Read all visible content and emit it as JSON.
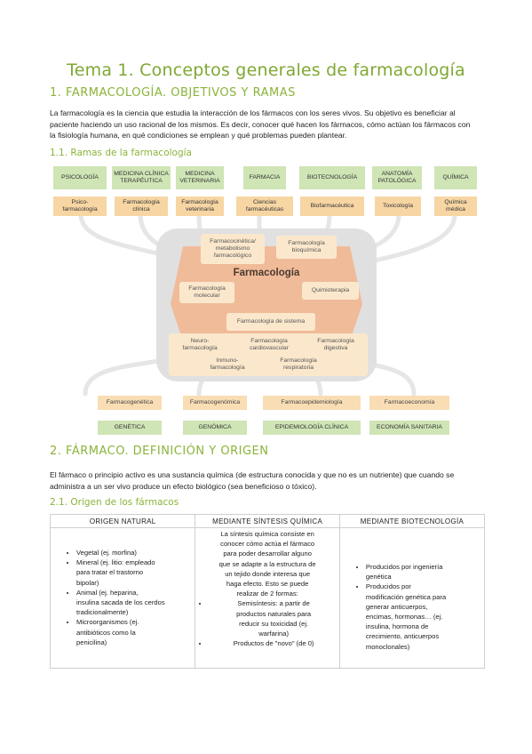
{
  "title": "Tema 1. Conceptos generales de farmacología",
  "section1": {
    "heading": "1.   FARMACOLOGÍA. OBJETIVOS Y RAMAS",
    "paragraph_lines": [
      "La farmacología es la ciencia que estudia la interacción de los fármacos con los seres vivos. Su objetivo es beneficiar al",
      "paciente haciendo un uso racional de los mismos. Es decir, conocer qué hacen los fármacos, cómo actúan los fármacos con",
      "la fisiología humana, en qué condiciones se emplean y qué problemas pueden plantear."
    ],
    "subheading": "1.1. Ramas de la farmacología"
  },
  "diagram": {
    "top_sciences": [
      "PSICOLOGÍA",
      "MEDICINA CLÍNICA\nTERAPÉUTICA",
      "MEDICINA\nVETERINARIA",
      "FARMACIA",
      "BIOTECNOLOGÍA",
      "ANATOMÍA\nPATOLÓGICA",
      "QUÍMICA"
    ],
    "top_branches": [
      "Psico-\nfarmacología",
      "Farmacología\nclínica",
      "Farmacología\nveterinaria",
      "Ciencias\nfarmacéuticas",
      "Biofarmacéutica",
      "Toxicología",
      "Química\nmédica"
    ],
    "center_title": "Farmacología",
    "inner_top_left": "Farmacocinética/\nmetabolismo\nfarmacológico",
    "inner_top_right": "Farmacología\nbioquímica",
    "inner_mid_left": "Farmacología\nmolecular",
    "inner_mid_right": "Quimioterapia",
    "systems_title": "Farmacología de sistema",
    "systems": [
      "Neuro-\nfarmacología",
      "Farmacología\ncardiovascular",
      "Farmacología\ndigestiva",
      "Inmuno-\nfarmacología",
      "Farmacología\nrespiratoria"
    ],
    "bottom_branches": [
      "Farmacogenética",
      "Farmacogenómica",
      "Farmacoepidemiología",
      "Farmacoeconomía"
    ],
    "bottom_sciences": [
      "GENÉTICA",
      "GENÓMICA",
      "EPIDEMIOLOGÍA CLÍNICA",
      "ECONOMÍA SANITARIA"
    ]
  },
  "section2": {
    "heading": "2.   FÁRMACO. DEFINICIÓN Y ORIGEN",
    "paragraph_lines": [
      "El fármaco o principio activo es una sustancia química (de estructura conocida y que no es un nutriente) que cuando se",
      "administra a un ser vivo produce un efecto biológico (sea beneficioso o tóxico)."
    ],
    "subheading": "2.1. Origen de los fármacos"
  },
  "table": {
    "headers": [
      "ORIGEN NATURAL",
      "MEDIANTE SÍNTESIS QUÍMICA",
      "MEDIANTE BIOTECNOLOGÍA"
    ],
    "col1_items": [
      [
        "Vegetal (ej. morfina)"
      ],
      [
        "Mineral (ej. litio: empleado",
        "para tratar el trastorno",
        "bipolar)"
      ],
      [
        "Animal (ej. heparina,",
        "insulina sacada de los cerdos",
        "tradicionalmente)"
      ],
      [
        "Microorganismos (ej.",
        "antibióticos como la",
        "penicilina)"
      ]
    ],
    "col2_intro": [
      "La síntesis química consiste en",
      "conocer cómo actúa el fármaco",
      "para poder desarrollar alguno",
      "que se adapte a la estructura de",
      "un tejido donde interesa que",
      "haga efecto. Esto se puede",
      "realizar de 2 formas:"
    ],
    "col2_items": [
      [
        "Semisíntesis: a partir de",
        "productos naturales para",
        "reducir su toxicidad (ej.",
        "warfarina)"
      ],
      [
        "Productos de \"novo\" (de 0)"
      ]
    ],
    "col3_items": [
      [
        "Producidos por ingeniería",
        "genética"
      ],
      [
        "Producidos por",
        "modificación genética para",
        "generar anticuerpos,",
        "encimas, hormonas… (ej.",
        "insulina, hormona de",
        "crecimiento, anticuerpos",
        "monoclonales)"
      ]
    ]
  },
  "colors": {
    "accent_green": "#8ab43a",
    "box_green": "#cfe5b6",
    "box_orange": "#f7d6a4",
    "center_gray": "#dedede",
    "center_salmon": "#f2b48c"
  }
}
